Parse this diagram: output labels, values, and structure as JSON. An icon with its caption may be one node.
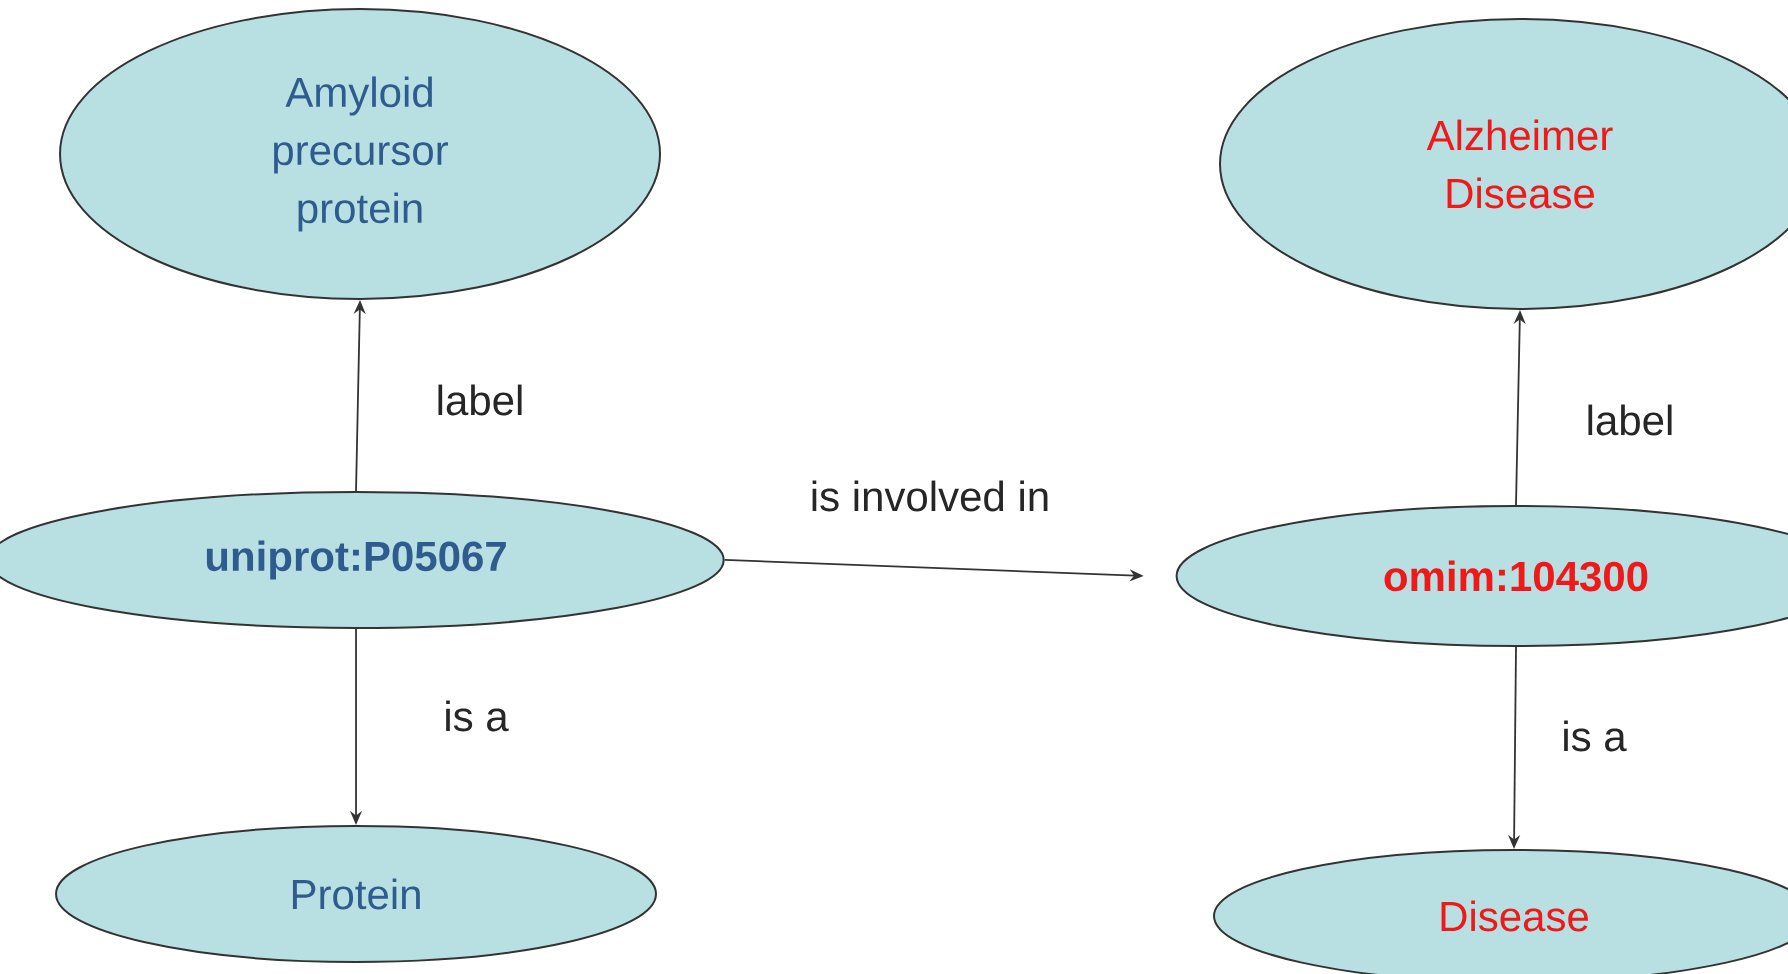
{
  "diagram": {
    "nodes": [
      {
        "text": [
          "Amyloid precursor protein"
        ]
      },
      {
        "text": [
          "uniprot:P05067"
        ]
      },
      {
        "text": [
          "Protein"
        ]
      },
      {
        "text": [
          "Alzheimer Disease"
        ]
      },
      {
        "text": [
          "omim:104300"
        ]
      },
      {
        "text": [
          "Disease"
        ]
      }
    ],
    "edges": [
      {
        "from": 1,
        "to": 0,
        "arrow": "to",
        "label": "label"
      },
      {
        "from": 1,
        "to": 2,
        "arrow": "to",
        "label": "is a"
      },
      {
        "from": 1,
        "to": 4,
        "arrow": "to",
        "label": "is involved in"
      },
      {
        "from": 4,
        "to": 3,
        "arrow": "to",
        "label": "label"
      },
      {
        "from": 4,
        "to": 5,
        "arrow": "to",
        "label": "is a"
      }
    ]
  }
}
